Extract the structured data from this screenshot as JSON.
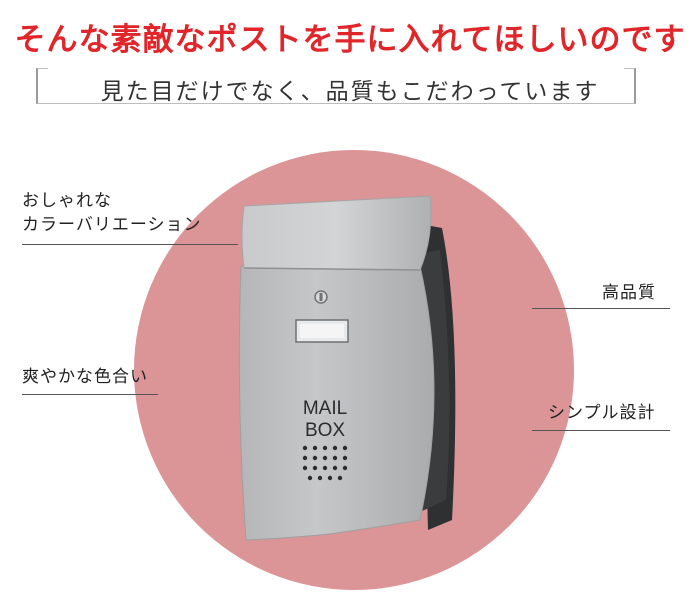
{
  "headline": "そんな素敵なポストを手に入れてほしいのです",
  "subheadline": "見た目だけでなく、品質もこだわっています",
  "features": {
    "variation_line1": "おしゃれな",
    "variation_line2": "カラーバリエーション",
    "color": "爽やかな色合い",
    "quality": "高品質",
    "design": "シンプル設計"
  },
  "mailbox": {
    "text_line1": "MAIL",
    "text_line2": "BOX"
  },
  "colors": {
    "accent_red": "#e0262a",
    "circle": "#dc9596",
    "mailbox_silver": "#bfc0c2",
    "mailbox_dark": "#2e3032"
  }
}
